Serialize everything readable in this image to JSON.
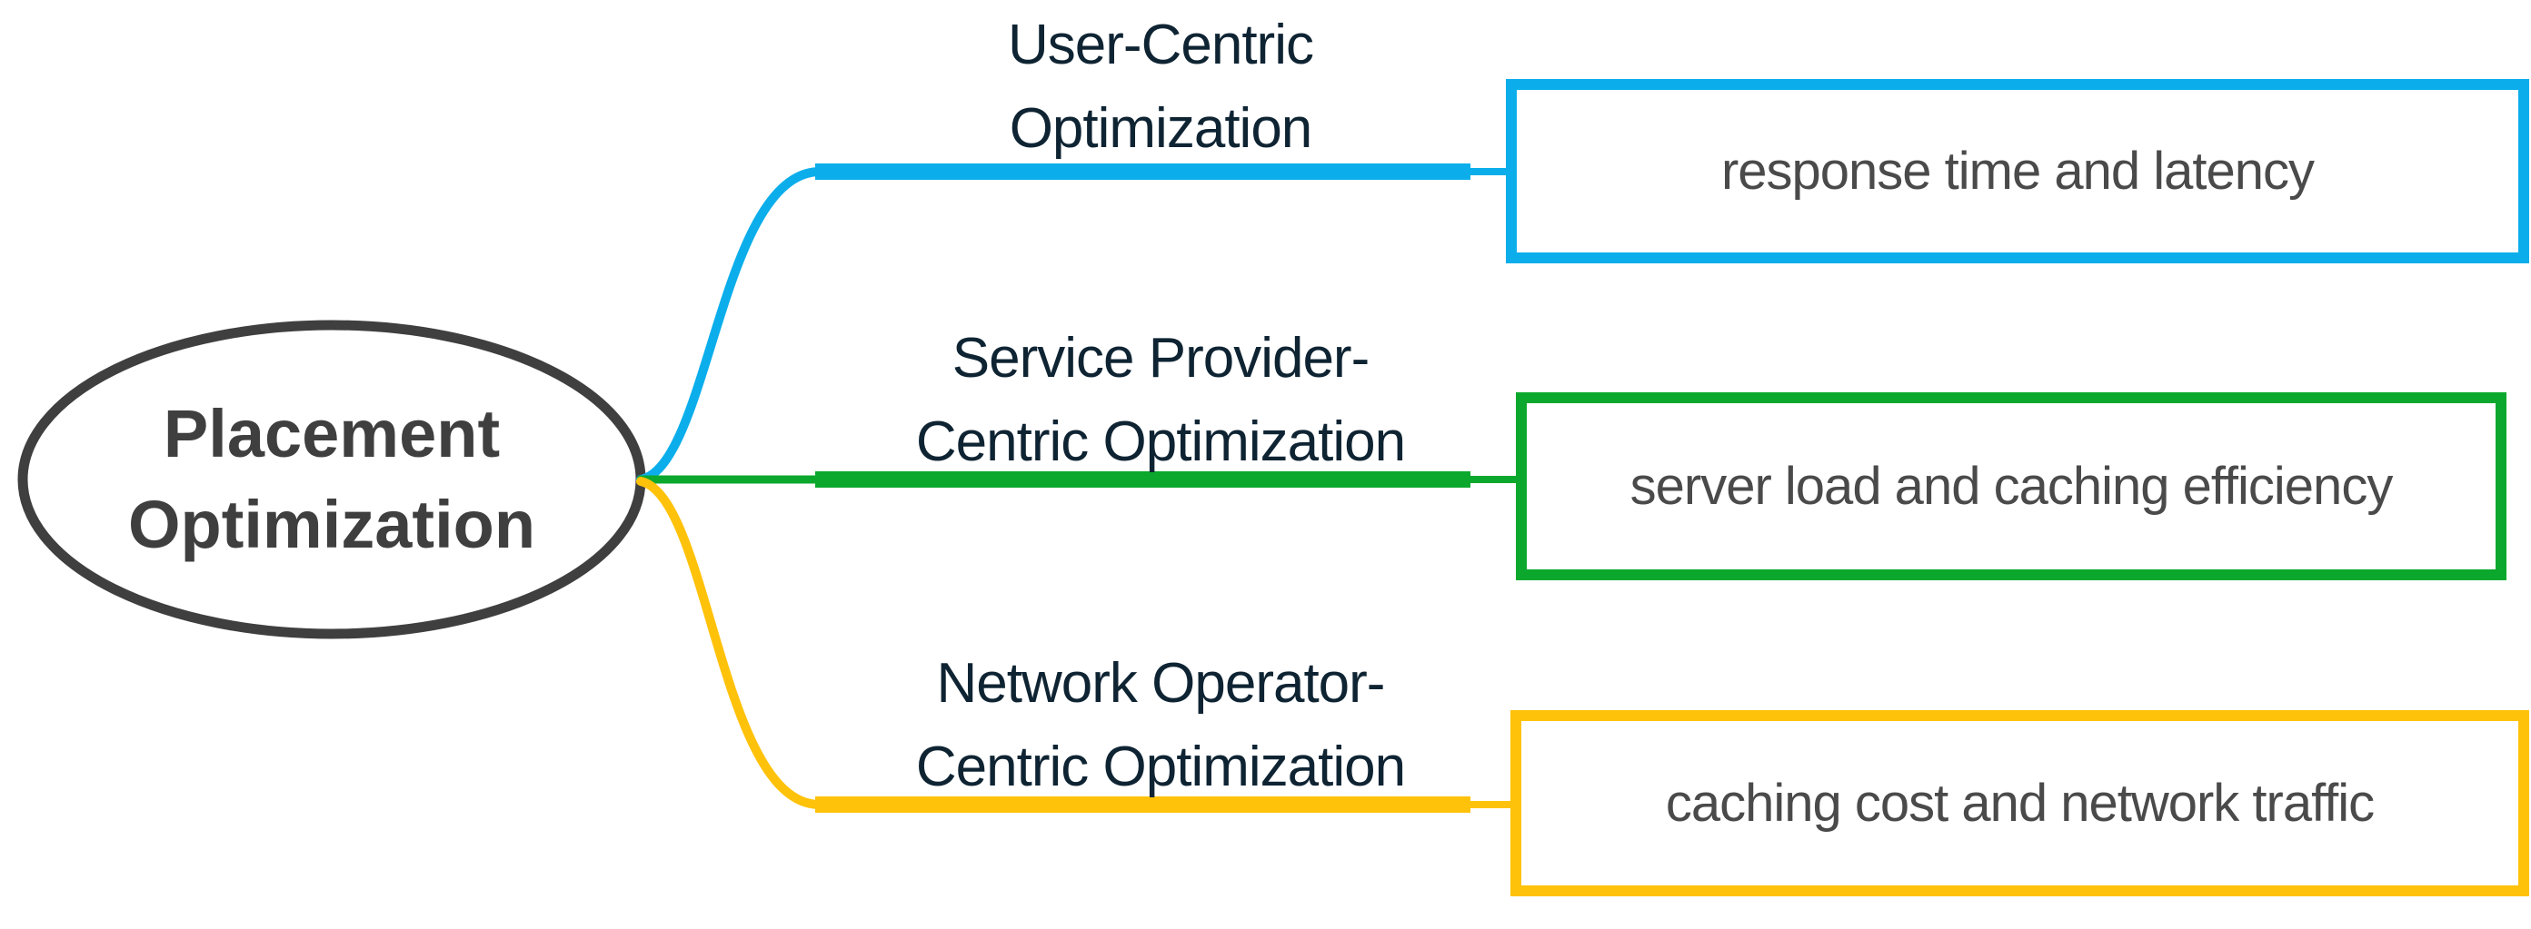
{
  "diagram": {
    "title": "Placement Optimization mind map",
    "root": {
      "label": "Placement\nOptimization"
    },
    "branches": [
      {
        "id": "user-centric",
        "label": "User-Centric\nOptimization",
        "leaf": "response time and latency",
        "color_key": "branch_blue"
      },
      {
        "id": "service-provider-centric",
        "label": "Service Provider-\nCentric Optimization",
        "leaf": "server load and caching efficiency",
        "color_key": "branch_green"
      },
      {
        "id": "network-operator-centric",
        "label": "Network Operator-\nCentric Optimization",
        "leaf": "caching cost and network traffic",
        "color_key": "branch_yellow"
      }
    ]
  },
  "colors": {
    "branch_blue": "#0BAEEB",
    "branch_green": "#0CA82D",
    "branch_yellow": "#FFC20A",
    "node_outline": "#3F3F3F",
    "root_text": "#3F3F3F",
    "branch_label_text": "#0F2433",
    "leaf_text": "#4A4A4A",
    "background": "#FFFFFF"
  }
}
